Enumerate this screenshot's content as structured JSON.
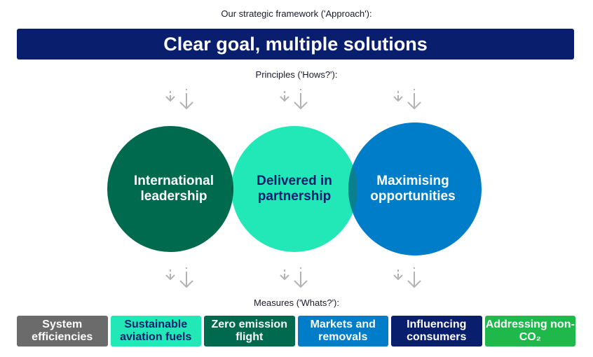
{
  "header": {
    "caption": "Our strategic framework ('Approach'):",
    "banner": "Clear goal, multiple solutions"
  },
  "principles_caption": "Principles ('Hows?'):",
  "measures_caption": "Measures ('Whats?'):",
  "icons": {
    "arrow": "double-down-arrow-icon"
  },
  "circles": [
    {
      "label": "International leadership",
      "color": "#006a4e",
      "text_color": "#ffffff"
    },
    {
      "label": "Delivered in partnership",
      "color": "#21e8b6",
      "text_color": "#0a1e6e"
    },
    {
      "label": "Maximising opportunities",
      "color": "#007dc8",
      "text_color": "#ffffff"
    }
  ],
  "overlap_colors": [
    "#00593f",
    "#0a7f8e"
  ],
  "measures": [
    {
      "label": "System efficiencies",
      "color": "#6b6b6b",
      "text_color": "#ffffff"
    },
    {
      "label": "Sustainable aviation fuels",
      "color": "#21e8b6",
      "text_color": "#0a1e6e"
    },
    {
      "label": "Zero emission flight",
      "color": "#006a4e",
      "text_color": "#ffffff"
    },
    {
      "label": "Markets and removals",
      "color": "#007dc8",
      "text_color": "#ffffff"
    },
    {
      "label": "Influencing consumers",
      "color": "#0a1e6e",
      "text_color": "#ffffff"
    },
    {
      "label": "Addressing non-CO₂",
      "color": "#1fb84a",
      "text_color": "#ffffff"
    }
  ]
}
